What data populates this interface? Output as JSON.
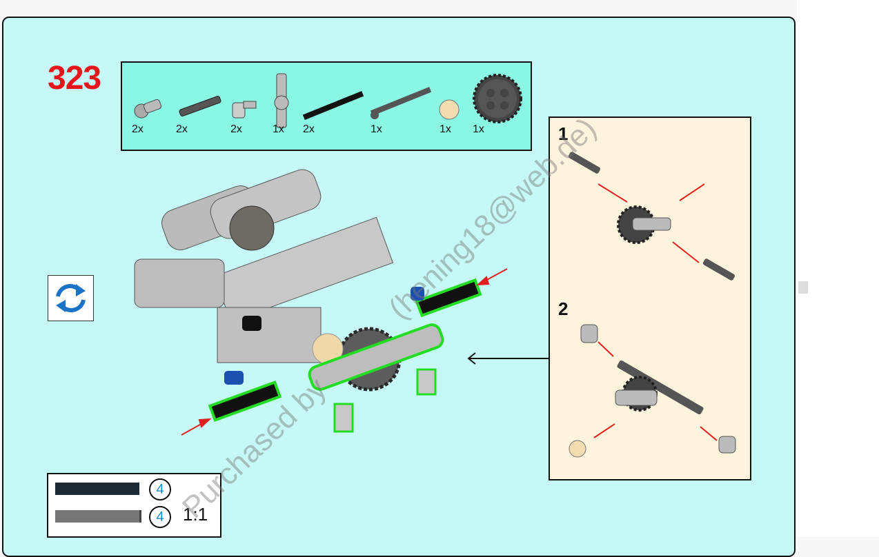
{
  "step": {
    "number": "323"
  },
  "parts_list": [
    {
      "name": "pin-connector-perpendicular",
      "qty": "2x"
    },
    {
      "name": "axle-pin",
      "qty": "2x"
    },
    {
      "name": "pin-connector-round",
      "qty": "2x"
    },
    {
      "name": "axle-connector-perpendicular",
      "qty": "1x"
    },
    {
      "name": "axle-black",
      "qty": "2x"
    },
    {
      "name": "axle-with-stop",
      "qty": "1x"
    },
    {
      "name": "bevel-gear-12",
      "qty": "1x"
    },
    {
      "name": "gear-24",
      "qty": "1x"
    }
  ],
  "substeps": [
    {
      "label": "1"
    },
    {
      "label": "2"
    }
  ],
  "legend": {
    "items": [
      {
        "length": "4"
      },
      {
        "length": "4"
      }
    ],
    "scale": "1:1"
  },
  "watermark": "Purchased by … (hening18@web.de)",
  "colors": {
    "page_bg": "#c5f8f6",
    "parts_bg": "#8af6e4",
    "sub_bg": "#fef3dc",
    "step_red": "#e8141b",
    "arrow_red": "#e0201e",
    "highlight": "#22dd22"
  }
}
